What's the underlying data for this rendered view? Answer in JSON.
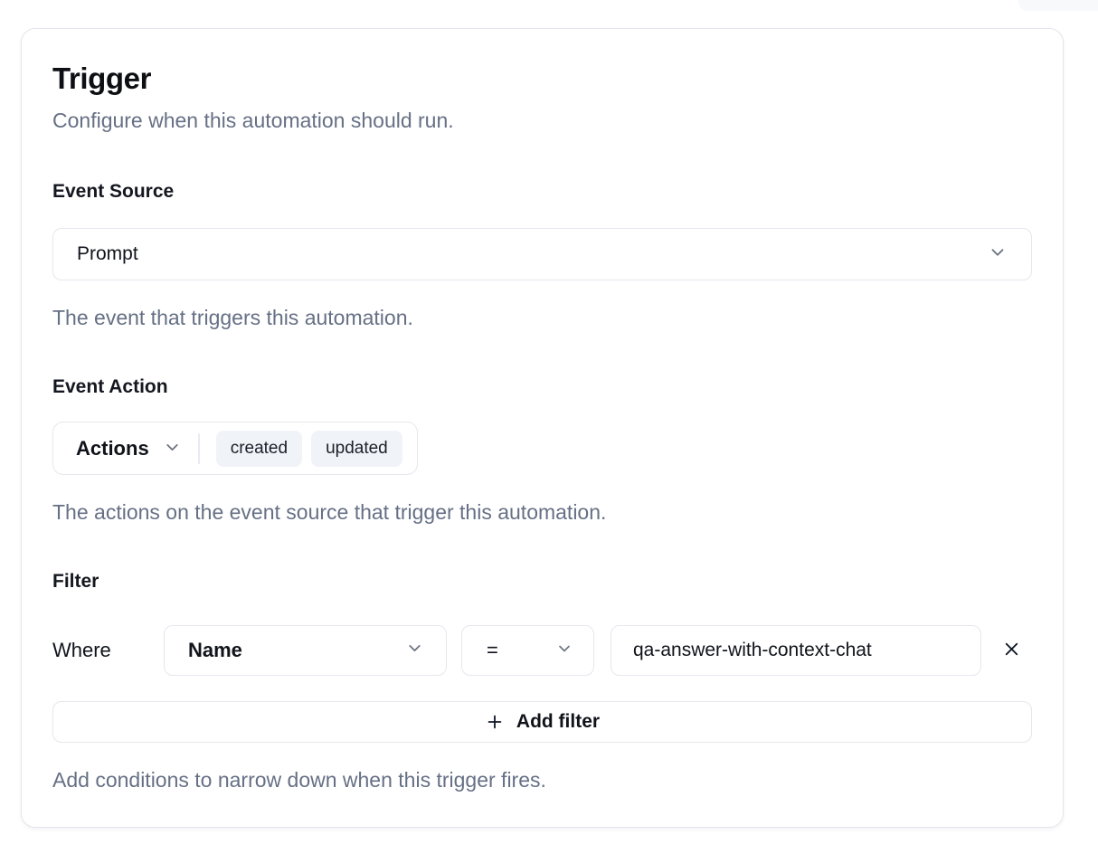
{
  "page": {
    "background_color": "#ffffff"
  },
  "trigger_card": {
    "title": "Trigger",
    "subtitle": "Configure when this automation should run.",
    "event_source": {
      "label": "Event Source",
      "selected_value": "Prompt",
      "icon": "chevron-down-icon",
      "helper": "The event that triggers this automation."
    },
    "event_action": {
      "label": "Event Action",
      "dropdown_label": "Actions",
      "dropdown_icon": "chevron-down-icon",
      "selected_actions": [
        "created",
        "updated"
      ],
      "helper": "The actions on the event source that trigger this automation."
    },
    "filter": {
      "label": "Filter",
      "rows": [
        {
          "prefix": "Where",
          "field": "Name",
          "field_icon": "chevron-down-icon",
          "operator": "=",
          "operator_icon": "chevron-down-icon",
          "value": "qa-answer-with-context-chat",
          "remove_icon": "close-icon"
        }
      ],
      "add_button": {
        "icon": "plus-icon",
        "label": "Add filter"
      },
      "helper": "Add conditions to narrow down when this trigger fires."
    }
  },
  "colors": {
    "card_border": "#e3e6ec",
    "control_border": "#e4e7ec",
    "text_primary": "#10131a",
    "text_secondary": "#667085",
    "tag_background": "#f0f3f8",
    "icon_gray": "#6b7280"
  }
}
